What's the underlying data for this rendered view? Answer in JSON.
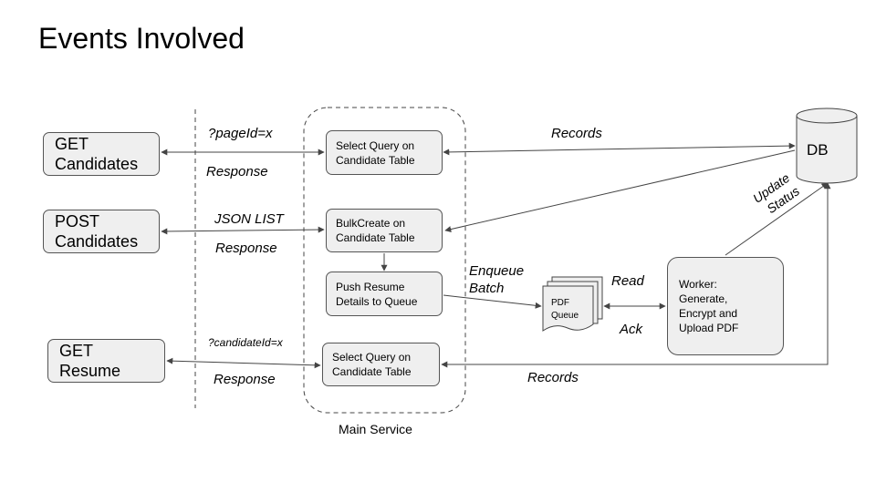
{
  "title": "Events Involved",
  "clients": {
    "get_candidates": [
      "GET",
      "Candidates"
    ],
    "post_candidates": [
      "POST",
      "Candidates"
    ],
    "get_resume": [
      "GET",
      "Resume"
    ]
  },
  "service": {
    "select_query_1": [
      "Select Query on",
      "Candidate Table"
    ],
    "bulk_create": [
      "BulkCreate on",
      "Candidate Table"
    ],
    "push_resume": [
      "Push Resume",
      "Details to Queue"
    ],
    "select_query_2": [
      "Select Query on",
      "Candidate Table"
    ],
    "label": "Main Service"
  },
  "queue": [
    "PDF",
    "Queue"
  ],
  "worker": [
    "Worker:",
    "Generate,",
    "Encrypt and",
    "Upload PDF"
  ],
  "db": "DB",
  "edges": {
    "page_id": "?pageId=x",
    "response_1": "Response",
    "json_list": "JSON LIST",
    "response_2": "Response",
    "candidate_id": "?candidateId=x",
    "response_3": "Response",
    "records_top": "Records",
    "records_bottom": "Records",
    "enqueue": [
      "Enqueue",
      "Batch"
    ],
    "read": "Read",
    "ack": "Ack",
    "update_status": [
      "Update",
      "Status"
    ]
  }
}
